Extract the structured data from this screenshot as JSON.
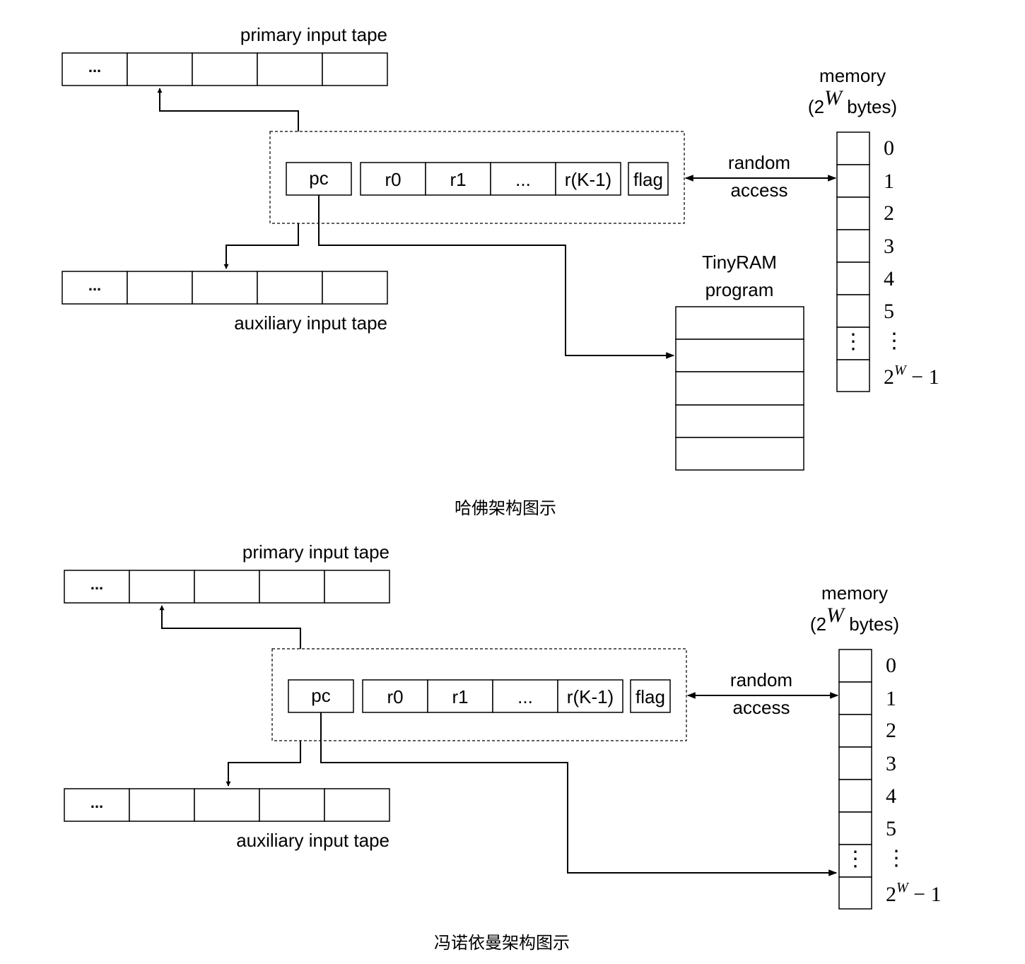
{
  "panels": [
    {
      "id": "harvard",
      "caption": "哈佛架构图示",
      "primary_tape": {
        "label": "primary input tape",
        "first_cell": "..."
      },
      "auxiliary_tape": {
        "label": "auxiliary input tape",
        "first_cell": "..."
      },
      "cpu": {
        "pc": "pc",
        "registers": [
          "r0",
          "r1",
          "...",
          "r(K-1)"
        ],
        "flag": "flag"
      },
      "access": {
        "line1": "random",
        "line2": "access"
      },
      "memory": {
        "title": "memory",
        "size": "(2W bytes)",
        "addresses": [
          "0",
          "1",
          "2",
          "3",
          "4",
          "5",
          "⋮",
          "2W − 1"
        ]
      },
      "program": {
        "line1": "TinyRAM",
        "line2": "program"
      }
    },
    {
      "id": "von-neumann",
      "caption": "冯诺依曼架构图示",
      "primary_tape": {
        "label": "primary input tape",
        "first_cell": "..."
      },
      "auxiliary_tape": {
        "label": "auxiliary input tape",
        "first_cell": "..."
      },
      "cpu": {
        "pc": "pc",
        "registers": [
          "r0",
          "r1",
          "...",
          "r(K-1)"
        ],
        "flag": "flag"
      },
      "access": {
        "line1": "random",
        "line2": "access"
      },
      "memory": {
        "title": "memory",
        "size": "(2W bytes)",
        "addresses": [
          "0",
          "1",
          "2",
          "3",
          "4",
          "5",
          "⋮",
          "2W − 1"
        ]
      }
    }
  ]
}
